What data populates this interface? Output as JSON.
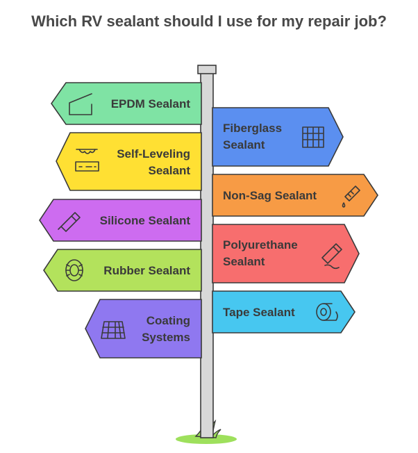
{
  "title": "Which RV sealant should I use for my repair job?",
  "signs": {
    "epdm": {
      "line1": "EPDM Sealant",
      "color": "#7fe3a4",
      "icon": "roof-icon"
    },
    "fiberglass": {
      "line1": "Fiberglass",
      "line2": "Sealant",
      "color": "#5b8ff0",
      "icon": "roof-tiles-icon"
    },
    "self_leveling": {
      "line1": "Self-Leveling",
      "line2": "Sealant",
      "color": "#ffe033",
      "icon": "leveling-icon"
    },
    "non_sag": {
      "line1": "Non-Sag Sealant",
      "color": "#f79b45",
      "icon": "dropper-icon"
    },
    "silicone": {
      "line1": "Silicone Sealant",
      "color": "#cd6cf0",
      "icon": "caulk-gun-icon"
    },
    "polyurethane": {
      "line1": "Polyurethane",
      "line2": "Sealant",
      "color": "#f76e6e",
      "icon": "tube-icon"
    },
    "rubber": {
      "line1": "Rubber Sealant",
      "color": "#b3e25c",
      "icon": "tire-icon"
    },
    "tape": {
      "line1": "Tape Sealant",
      "color": "#47c7f0",
      "icon": "tape-roll-icon"
    },
    "coating": {
      "line1": "Coating",
      "line2": "Systems",
      "color": "#8f78f0",
      "icon": "grid-panel-icon"
    }
  }
}
